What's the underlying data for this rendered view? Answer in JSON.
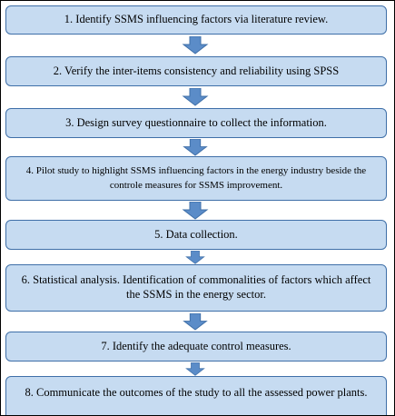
{
  "steps": [
    "1. Identify SSMS influencing factors via literature review.",
    "2. Verify the inter-items consistency and reliability using SPSS",
    "3. Design survey questionnaire to collect the information.",
    "4. Pilot study to highlight SSMS influencing factors in the energy industry beside the controle measures for SSMS improvement.",
    "5. Data collection.",
    "6. Statistical analysis. Identification of commonalities of factors which affect the SSMS in the energy sector.",
    "7. Identify the adequate control measures.",
    "8. Communicate the outcomes of the study to all the assessed power plants."
  ],
  "colors": {
    "box_fill": "#c6dbf1",
    "box_border": "#3f6fa8",
    "arrow_fill": "#5b8cc8"
  }
}
